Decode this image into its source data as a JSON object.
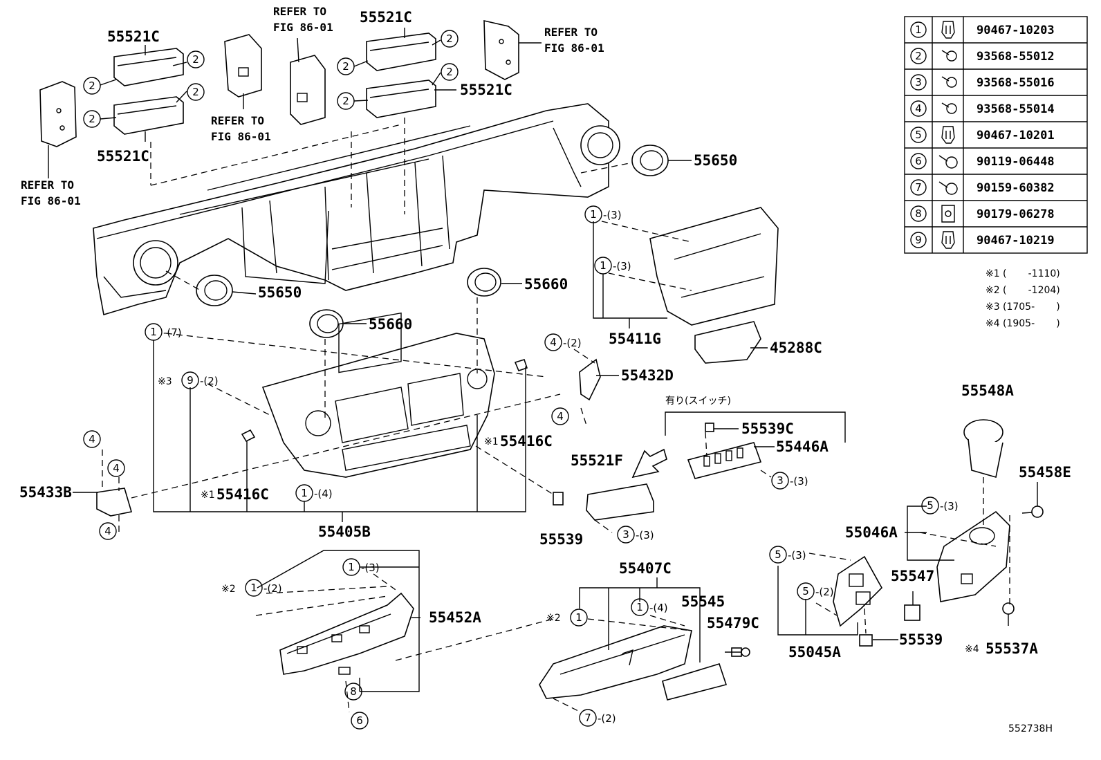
{
  "diagram_id": "552738H",
  "fastener_table": [
    {
      "no": "1",
      "part": "90467-10203",
      "icon": "clip-icon"
    },
    {
      "no": "2",
      "part": "93568-55012",
      "icon": "screw-icon"
    },
    {
      "no": "3",
      "part": "93568-55016",
      "icon": "screw-icon"
    },
    {
      "no": "4",
      "part": "93568-55014",
      "icon": "screw-icon"
    },
    {
      "no": "5",
      "part": "90467-10201",
      "icon": "clip-icon"
    },
    {
      "no": "6",
      "part": "90119-06448",
      "icon": "bolt-icon"
    },
    {
      "no": "7",
      "part": "90159-60382",
      "icon": "bolt-icon"
    },
    {
      "no": "8",
      "part": "90179-06278",
      "icon": "nut-icon"
    },
    {
      "no": "9",
      "part": "90467-10219",
      "icon": "clip-icon"
    }
  ],
  "notes": [
    {
      "mark": "※1",
      "text": "(       -1110)"
    },
    {
      "mark": "※2",
      "text": "(       -1204)"
    },
    {
      "mark": "※3",
      "text": "(1705-       )"
    },
    {
      "mark": "※4",
      "text": "(1905-       )"
    }
  ],
  "refer_labels": [
    {
      "line1": "REFER TO",
      "line2": "FIG 86-01"
    },
    {
      "line1": "REFER TO",
      "line2": "FIG 86-01"
    },
    {
      "line1": "REFER TO",
      "line2": "FIG 86-01"
    },
    {
      "line1": "REFER TO",
      "line2": "FIG 86-01"
    }
  ],
  "switch_note": "有り(スイッチ)",
  "part_labels": {
    "p55521c_a": "55521C",
    "p55521c_b": "55521C",
    "p55521c_c": "55521C",
    "p55521c_d": "55521C",
    "p55650_a": "55650",
    "p55650_b": "55650",
    "p55660_a": "55660",
    "p55660_b": "55660",
    "p55411g": "55411G",
    "p45288c": "45288C",
    "p55432d": "55432D",
    "p55416c_a": "55416C",
    "p55416c_b": "55416C",
    "p55405b": "55405B",
    "p55433b": "55433B",
    "p55539c": "55539C",
    "p55446a": "55446A",
    "p55521f": "55521F",
    "p55539_a": "55539",
    "p55539_b": "55539",
    "p55548a": "55548A",
    "p55458e": "55458E",
    "p55046a": "55046A",
    "p55547": "55547",
    "p55537a": "55537A",
    "p55045a": "55045A",
    "p55407c": "55407C",
    "p55545": "55545",
    "p55479c": "55479C",
    "p55452a": "55452A"
  },
  "callouts": {
    "c2_1": "2",
    "c2_2": "2",
    "c2_3": "2",
    "c2_4": "2",
    "c2_5": "2",
    "c2_6": "2",
    "c2_7": "2",
    "c2_8": "2",
    "c1_q3a": "1",
    "q3a": "-(3)",
    "c1_q3b": "1",
    "q3b": "-(3)",
    "c1_q7": "1",
    "q7": "-(7)",
    "n3": "※3",
    "c9": "9",
    "q2_9": "-(2)",
    "c4_q2": "4",
    "q2_4": "-(2)",
    "c4_a": "4",
    "c4_b": "4",
    "c4_c": "4",
    "c4_d": "4",
    "n1_a": "※1",
    "n1_b": "※1",
    "c1_q4": "1",
    "q4_1": "-(4)",
    "c3_a": "3",
    "q3_3a": "-(3)",
    "c3_b": "3",
    "q3_3b": "-(3)",
    "c5_a": "5",
    "q3_5a": "-(3)",
    "c5_b": "5",
    "q3_5b": "-(3)",
    "c5_c": "5",
    "q2_5c": "-(2)",
    "n2_a": "※2",
    "c1_q2": "1",
    "q2_1": "-(2)",
    "c1_q3c": "1",
    "q3c": "-(3)",
    "c8": "8",
    "c6": "6",
    "n2_b": "※2",
    "c1_plain": "1",
    "c1_q4b": "1",
    "q4_1b": "-(4)",
    "c7": "7",
    "q2_7": "-(2)",
    "n4": "※4"
  }
}
